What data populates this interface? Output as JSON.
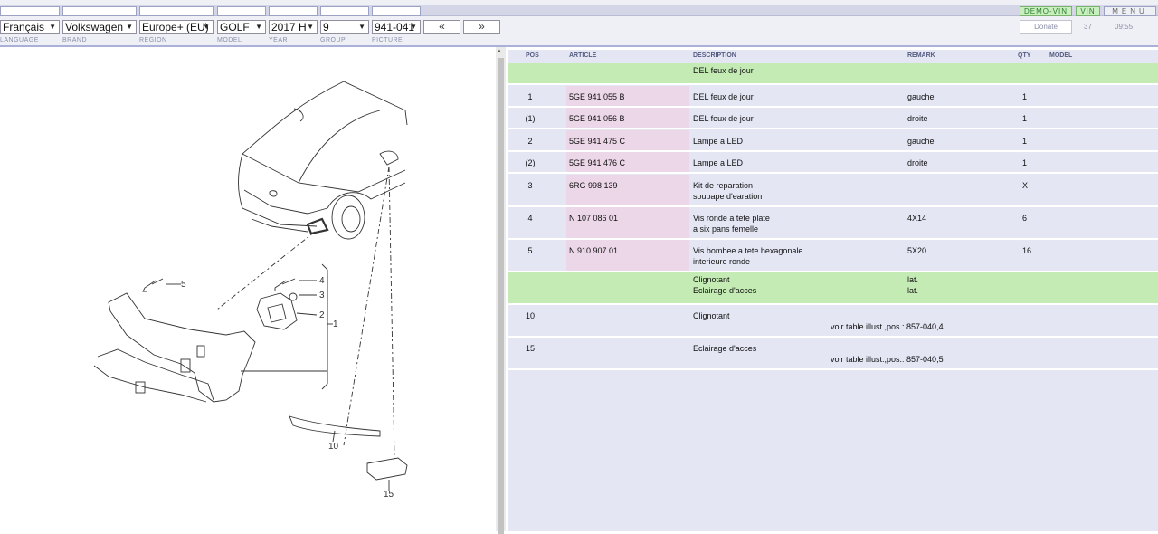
{
  "toolbar": {
    "selects": [
      {
        "name": "language",
        "value": "Français"
      },
      {
        "name": "brand",
        "value": "Volkswagen"
      },
      {
        "name": "region",
        "value": "Europe+ (EU)"
      },
      {
        "name": "model",
        "value": "GOLF"
      },
      {
        "name": "year",
        "value": "2017  H"
      },
      {
        "name": "group",
        "value": "9"
      },
      {
        "name": "picture",
        "value": "941-041"
      }
    ],
    "labels": [
      "LANGUAGE",
      "BRAND",
      "REGION",
      "MODEL",
      "YEAR",
      "GROUP",
      "PICTURE"
    ],
    "prev": "«",
    "next": "»",
    "demo_vin": "DEMO-VIN",
    "vin": "VIN",
    "menu": "MENU",
    "donate": "Donate",
    "counter": "37",
    "time": "09:55"
  },
  "illustration": {
    "callouts": [
      "5",
      "4",
      "3",
      "2",
      "1",
      "10",
      "15"
    ]
  },
  "table": {
    "headers": [
      "POS",
      "ARTICLE",
      "DESCRIPTION",
      "REMARK",
      "QTY",
      "MODEL"
    ],
    "rows": [
      {
        "pos": "",
        "article": "",
        "desc1": "DEL feux de jour",
        "desc2": "",
        "remark1": "",
        "remark2": "",
        "qty": "",
        "group": true
      },
      {
        "pos": "1",
        "article": "5GE 941 055 B",
        "desc1": "DEL feux de jour",
        "desc2": "",
        "remark1": "gauche",
        "remark2": "",
        "qty": "1",
        "group": false
      },
      {
        "pos": "(1)",
        "article": "5GE 941 056 B",
        "desc1": "DEL feux de jour",
        "desc2": "",
        "remark1": "droite",
        "remark2": "",
        "qty": "1",
        "group": false
      },
      {
        "pos": "2",
        "article": "5GE 941 475 C",
        "desc1": "Lampe a LED",
        "desc2": "",
        "remark1": "gauche",
        "remark2": "",
        "qty": "1",
        "group": false
      },
      {
        "pos": "(2)",
        "article": "5GE 941 476 C",
        "desc1": "Lampe a LED",
        "desc2": "",
        "remark1": "droite",
        "remark2": "",
        "qty": "1",
        "group": false
      },
      {
        "pos": "3",
        "article": "6RG 998 139",
        "desc1": "Kit de reparation",
        "desc2": "soupape d'earation",
        "remark1": "",
        "remark2": "",
        "qty": "X",
        "group": false
      },
      {
        "pos": "4",
        "article": "N   107 086 01",
        "desc1": "Vis ronde a tete plate",
        "desc2": "a six pans femelle",
        "remark1": "4X14",
        "remark2": "",
        "qty": "6",
        "group": false
      },
      {
        "pos": "5",
        "article": "N   910 907 01",
        "desc1": "Vis bombee a tete hexagonale",
        "desc2": "interieure ronde",
        "remark1": "5X20",
        "remark2": "",
        "qty": "16",
        "group": false
      },
      {
        "pos": "",
        "article": "",
        "desc1": "Clignotant",
        "desc2": "Eclairage d'acces",
        "remark1": "lat.",
        "remark2": "lat.",
        "qty": "",
        "group": true
      },
      {
        "pos": "10",
        "article": "",
        "desc1": "Clignotant",
        "desc2": "voir table illust.,pos.:  857-040,4",
        "remark1": "",
        "remark2": "",
        "qty": "",
        "group": false,
        "voir": true
      },
      {
        "pos": "15",
        "article": "",
        "desc1": "Eclairage d'acces",
        "desc2": "voir table illust.,pos.:  857-040,5",
        "remark1": "",
        "remark2": "",
        "qty": "",
        "group": false,
        "voir": true
      }
    ]
  }
}
